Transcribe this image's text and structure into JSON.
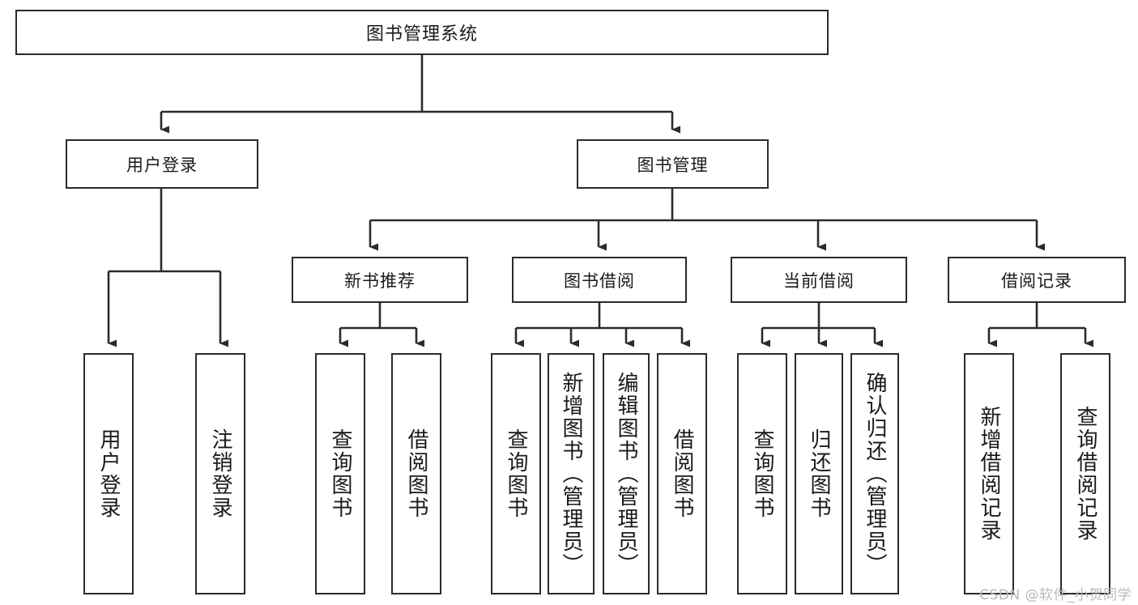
{
  "diagram": {
    "title": "图书管理系统",
    "type": "tree-hierarchy-chart",
    "watermark": "CSDN @软件_小贺同学",
    "colors": {
      "stroke": "#2b2b2b",
      "fill": "#ffffff",
      "text": "#1a1a1a",
      "watermark": "#b9b9b9"
    },
    "root": {
      "label": "图书管理系统"
    },
    "level2": [
      {
        "id": "user-login",
        "label": "用户登录"
      },
      {
        "id": "book-manage",
        "label": "图书管理"
      }
    ],
    "level3": [
      {
        "id": "new-book-recommend",
        "label": "新书推荐"
      },
      {
        "id": "book-borrow",
        "label": "图书借阅"
      },
      {
        "id": "current-borrow",
        "label": "当前借阅"
      },
      {
        "id": "borrow-record",
        "label": "借阅记录"
      }
    ],
    "leaves": {
      "user_login": [
        {
          "id": "leaf-user-login",
          "label": "用户登录"
        },
        {
          "id": "leaf-logout",
          "label": "注销登录"
        }
      ],
      "new_book_recommend": [
        {
          "id": "leaf-query-book-1",
          "label": "查询图书"
        },
        {
          "id": "leaf-borrow-book-1",
          "label": "借阅图书"
        }
      ],
      "book_borrow": [
        {
          "id": "leaf-query-book-2",
          "label": "查询图书"
        },
        {
          "id": "leaf-add-book",
          "label": "新增图书（管理员）"
        },
        {
          "id": "leaf-edit-book",
          "label": "编辑图书（管理员）"
        },
        {
          "id": "leaf-borrow-book-2",
          "label": "借阅图书"
        }
      ],
      "current_borrow": [
        {
          "id": "leaf-query-book-3",
          "label": "查询图书"
        },
        {
          "id": "leaf-return-book",
          "label": "归还图书"
        },
        {
          "id": "leaf-confirm-return",
          "label": "确认归还（管理员）"
        }
      ],
      "borrow_record": [
        {
          "id": "leaf-add-record",
          "label": "新增借阅记录"
        },
        {
          "id": "leaf-query-record",
          "label": "查询借阅记录"
        }
      ]
    }
  }
}
